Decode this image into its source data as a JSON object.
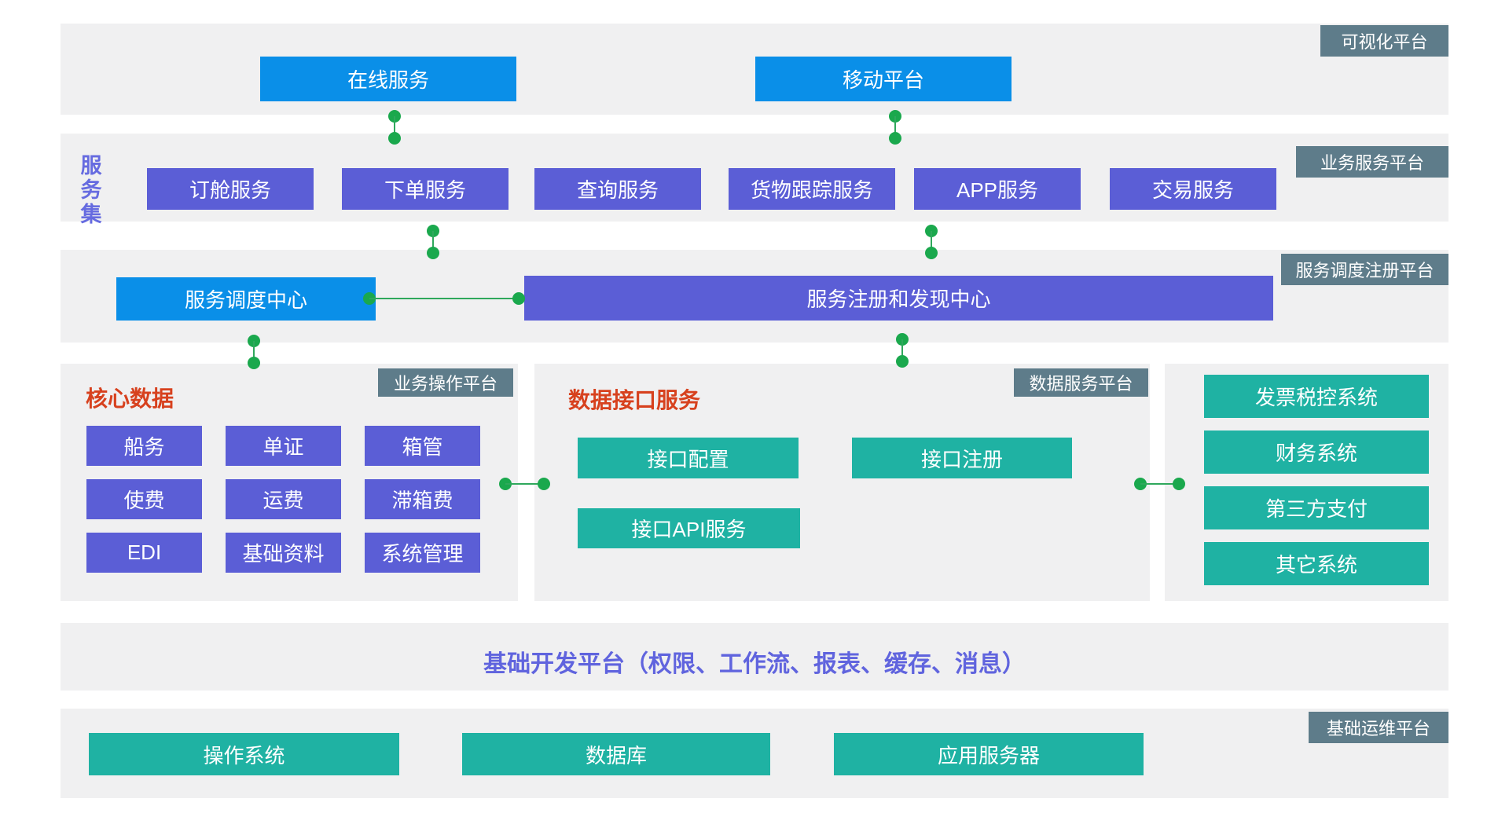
{
  "colors": {
    "band_bg": "#f0f0f1",
    "blue": "#0a8fe8",
    "purple": "#5b5ed6",
    "teal": "#1fb2a3",
    "badge_slate": "#5e7c8a",
    "connector_green": "#1aa84d",
    "title_red": "#d7411e",
    "title_purple": "#6064de"
  },
  "bands": {
    "visualization": {
      "badge": "可视化平台",
      "buttons": [
        "在线服务",
        "移动平台"
      ]
    },
    "business_services": {
      "badge": "业务服务平台",
      "side_label": "服务集",
      "buttons": [
        "订舱服务",
        "下单服务",
        "查询服务",
        "货物跟踪服务",
        "APP服务",
        "交易服务"
      ]
    },
    "dispatch_registry": {
      "badge": "服务调度注册平台",
      "dispatch_center": "服务调度中心",
      "registry_center": "服务注册和发现中心"
    },
    "business_operation": {
      "badge": "业务操作平台",
      "title": "核心数据",
      "buttons": [
        "船务",
        "单证",
        "箱管",
        "使费",
        "运费",
        "滞箱费",
        "EDI",
        "基础资料",
        "系统管理"
      ]
    },
    "data_service": {
      "badge": "数据服务平台",
      "title": "数据接口服务",
      "buttons": [
        "接口配置",
        "接口注册",
        "接口API服务"
      ]
    },
    "external_systems": {
      "buttons": [
        "发票税控系统",
        "财务系统",
        "第三方支付",
        "其它系统"
      ]
    },
    "dev_platform": {
      "title": "基础开发平台（权限、工作流、报表、缓存、消息）"
    },
    "ops_platform": {
      "badge": "基础运维平台",
      "buttons": [
        "操作系统",
        "数据库",
        "应用服务器"
      ]
    }
  }
}
